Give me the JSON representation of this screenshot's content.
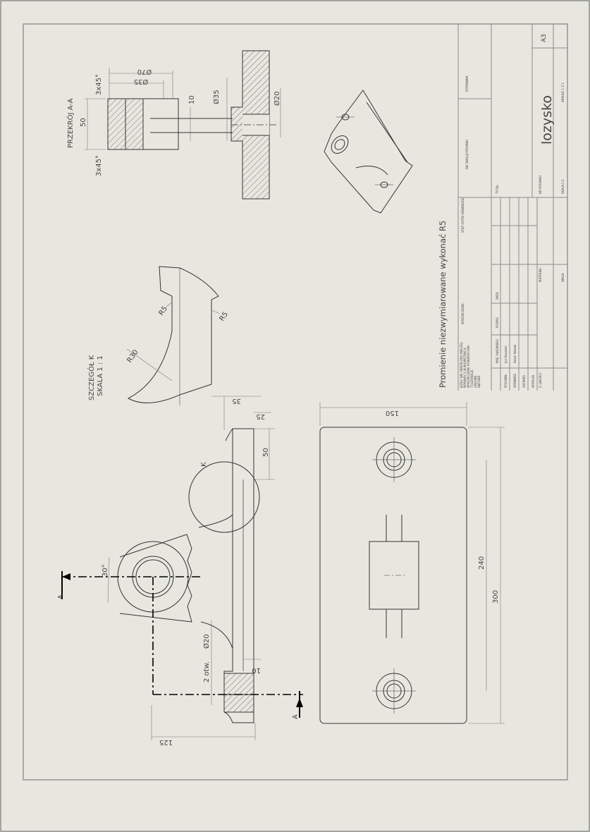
{
  "title_block": {
    "part_name": "lozysko",
    "sheet_size": "A3",
    "drawing_number": "ARKUSZ 1 Z 1",
    "scale": "SKALA:1:2",
    "weight": "WAGA:",
    "material": "MATERIAŁ:",
    "finish": "WYKOŃCZENIE:",
    "do_not_scale": "NIE SKALUJ RYSUNKU",
    "revision": "POPRAWKA",
    "title_label": "TYTUŁ:",
    "drawing_no_label": "NR RYSUNKU",
    "deburr": "STĘP OSTRE KRAWĘDZIE",
    "remarks": [
      "JEŻELI NIE OKREŚLONO INACZEJ:",
      "WYMIARY S W MILIMETRACH",
      "WYKOŃCZENIE POWIERZCHNI:",
      "TOLERANCJE:",
      "LINIOWE:",
      "KĄTOWE:"
    ],
    "cols": [
      "IMIĘ I NAZWISKO",
      "PODPIS",
      "DATA"
    ],
    "rows": [
      "RYSOWAŁ",
      "SPRAWDZ.",
      "ZATWIER.",
      "WYPROD.",
      "Z. JAKOŚCI"
    ],
    "names": [
      "Jan Kowalski",
      "Adam Nowak"
    ]
  },
  "note": "Promienie niezwymiarowane wykonać R5",
  "section_title": "PRZEKRÓJ A-A",
  "detail_title": [
    "SZCZEGÓŁ K",
    "SKALA 1 : 1"
  ],
  "detail_marker": "K",
  "section_marker": "A",
  "dims": {
    "section_d70": "Ø70",
    "section_d35_top": "Ø35",
    "section_h50": "50",
    "section_chamfer_a": "3x45°",
    "section_chamfer_b": "3x45°",
    "section_10": "10",
    "section_d35": "Ø35",
    "section_d20": "Ø20",
    "detail_r5_a": "R5",
    "detail_r5_b": "R5",
    "detail_r30": "R30",
    "front_35": "35",
    "front_25": "25",
    "front_50": "50",
    "front_angle": "30°",
    "front_d20": "Ø20",
    "front_holes": "2 otw.",
    "front_10": "10",
    "front_125": "125",
    "top_150": "150",
    "top_240": "240",
    "top_300": "300"
  }
}
